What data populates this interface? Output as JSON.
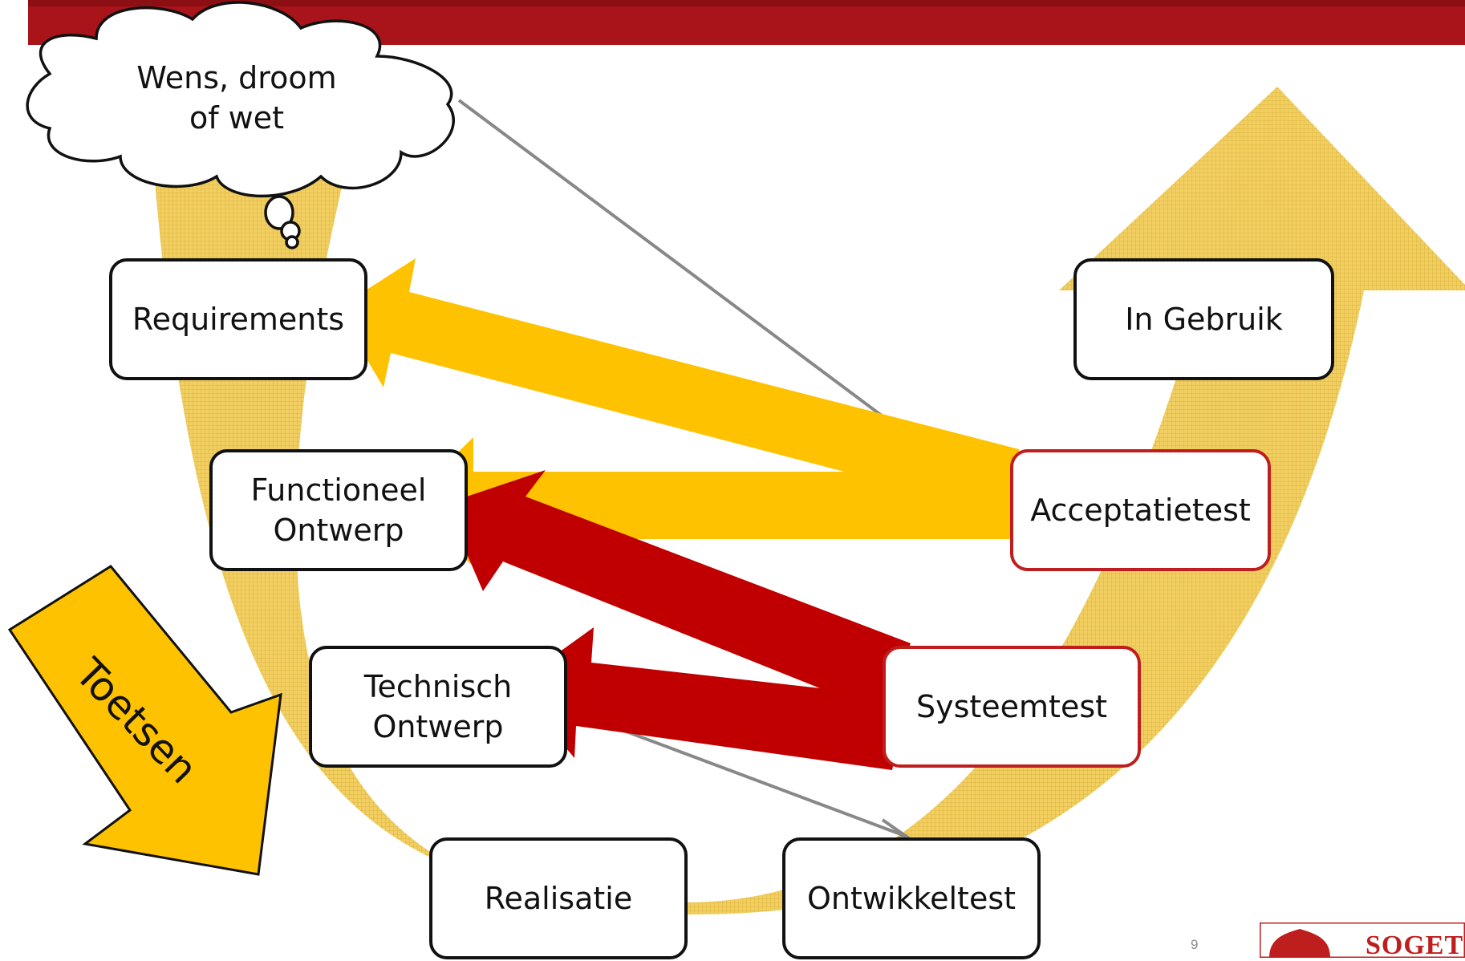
{
  "colors": {
    "header": "#a8141a",
    "u_arrow": "#f2cf63",
    "yellow_arrow": "#fec200",
    "red_arrow": "#c00000",
    "connector": "#888888",
    "box_border": "#111111",
    "test_box_border": "#bf1e1e"
  },
  "cloud": {
    "text": "Wens, droom\nof wet",
    "icon": "thought-cloud-icon"
  },
  "phases": {
    "requirements": "Requirements",
    "functioneel": "Functioneel\nOntwerp",
    "technisch": "Technisch\nOntwerp",
    "realisatie": "Realisatie",
    "ontwikkeltest": "Ontwikkeltest",
    "systeemtest": "Systeemtest",
    "acceptatietest": "Acceptatietest",
    "in_gebruik": "In Gebruik"
  },
  "toetsen": {
    "text": "Toetsen",
    "icon": "down-right-arrow-icon"
  },
  "footer": {
    "page_number": "9",
    "brand": "SOGETI",
    "logo_icon": "sogeti-logo-icon"
  }
}
